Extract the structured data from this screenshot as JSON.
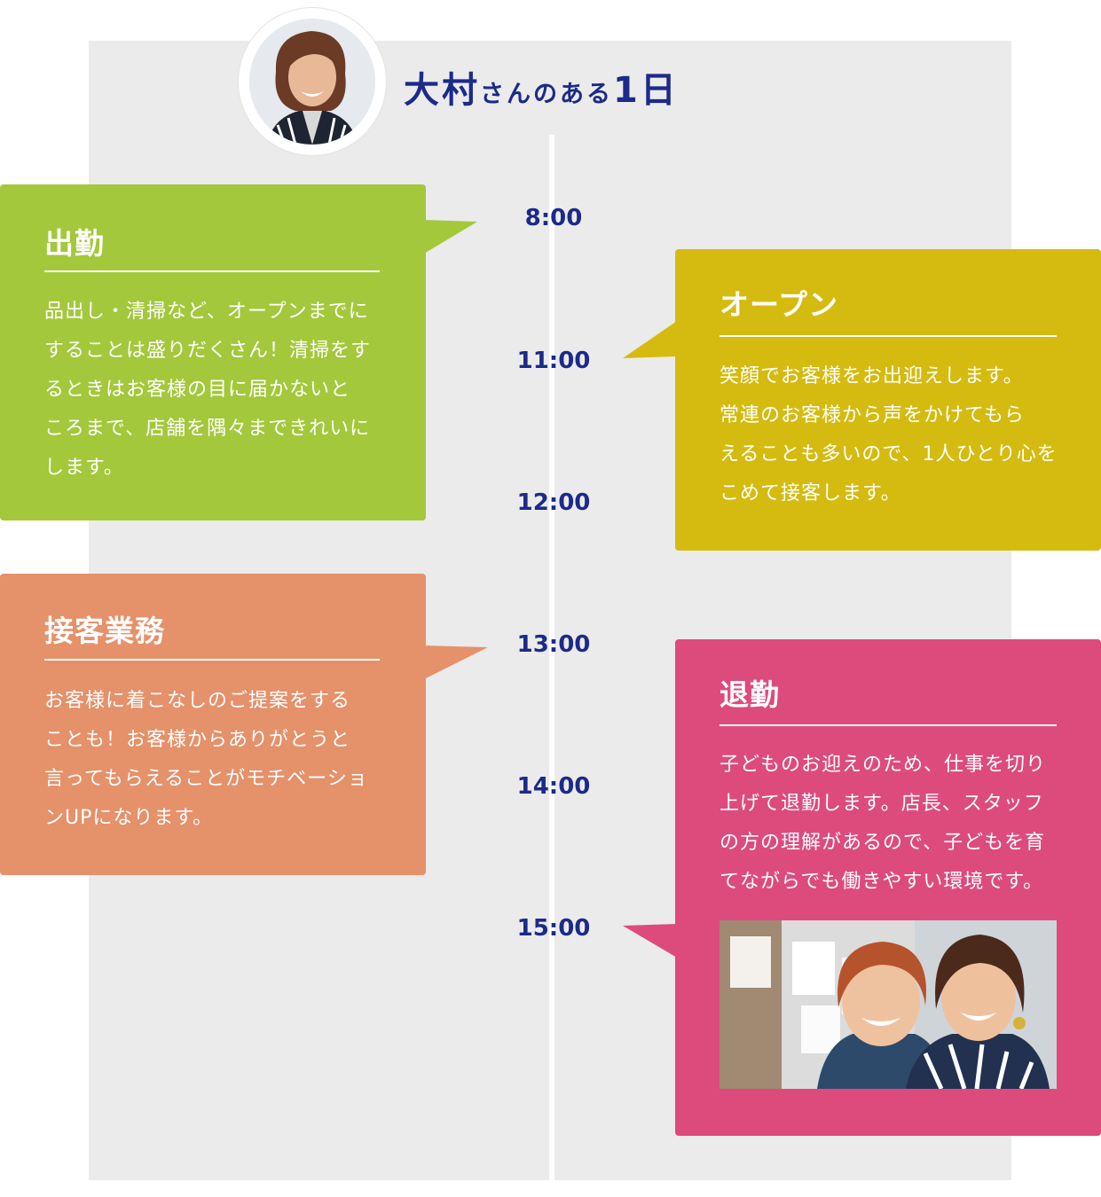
{
  "heading": {
    "name": "大村",
    "suffix": "さんのある",
    "day": "1日"
  },
  "times": [
    "8:00",
    "11:00",
    "12:00",
    "13:00",
    "14:00",
    "15:00"
  ],
  "colors": {
    "accent_navy": "#1c2a8a",
    "card_green": "#a3c83b",
    "card_mustard": "#d5bb10",
    "card_orange": "#e5916a",
    "card_pink": "#dd4b7d",
    "background_gray": "#ebebeb"
  },
  "cards": [
    {
      "title": "出勤",
      "lines": [
        "品出し・清掃など、オープンまでに",
        "することは盛りだくさん！清掃をす",
        "るときはお客様の目に届かないと",
        "ころまで、店舗を隅々まできれいに",
        "します。"
      ]
    },
    {
      "title": "オープン",
      "lines": [
        "笑顔でお客様をお出迎えします。",
        "常連のお客様から声をかけてもら",
        "えることも多いので、1人ひとり心を",
        "こめて接客します。"
      ]
    },
    {
      "title": "接客業務",
      "lines": [
        "お客様に着こなしのご提案をする",
        "ことも！お客様からありがとうと",
        "言ってもらえることがモチベーショ",
        "ンUPになります。"
      ]
    },
    {
      "title": "退勤",
      "lines": [
        "子どものお迎えのため、仕事を切り",
        "上げて退勤します。店長、スタッフ",
        "の方の理解があるので、子どもを育",
        "てながらでも働きやすい環境です。"
      ]
    }
  ]
}
